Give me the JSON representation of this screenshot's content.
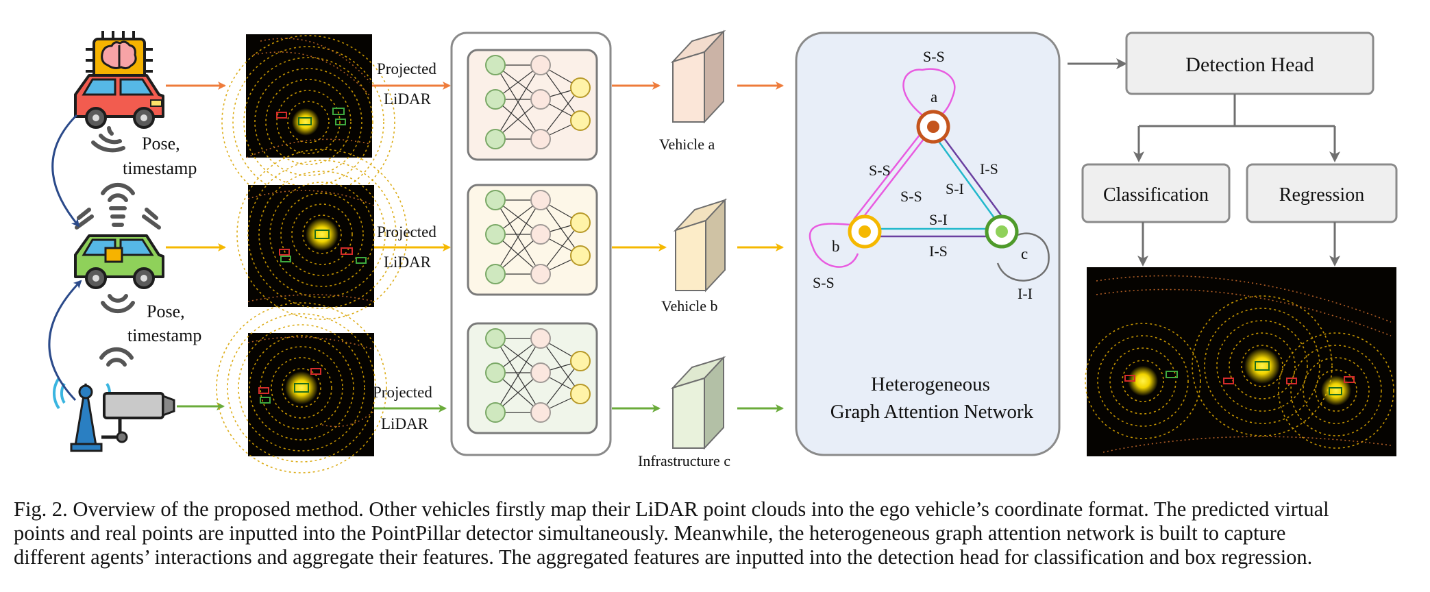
{
  "agents": {
    "pose_label_1": "Pose,",
    "timestamp_label_1": "timestamp",
    "pose_label_2": "Pose,",
    "timestamp_label_2": "timestamp"
  },
  "projection": {
    "label_a_1": "Projected",
    "label_a_2": "LiDAR",
    "label_b_1": "Projected",
    "label_b_2": "LiDAR",
    "label_c_1": "Projected",
    "label_c_2": "LiDAR"
  },
  "features": {
    "vehicle_a": "Vehicle a",
    "vehicle_b": "Vehicle b",
    "infrastructure_c": "Infrastructure c"
  },
  "graph": {
    "title_line1": "Heterogeneous",
    "title_line2": "Graph Attention Network",
    "node_a": "a",
    "node_b": "b",
    "node_c": "c",
    "loop_a": "S-S",
    "loop_b": "S-S",
    "loop_c": "I-I",
    "edge_ab_outer": "S-S",
    "edge_ab_inner": "S-S",
    "edge_ac_outer": "I-S",
    "edge_ac_inner": "S-I",
    "edge_bc_top": "S-I",
    "edge_bc_bottom": "I-S"
  },
  "head": {
    "detection": "Detection Head",
    "classification": "Classification",
    "regression": "Regression"
  },
  "caption": {
    "line1": "Fig. 2.  Overview of the proposed method. Other vehicles firstly map their LiDAR point clouds into the ego vehicle’s coordinate format. The predicted virtual",
    "line2": "points and real points are inputted into the PointPillar detector simultaneously. Meanwhile, the heterogeneous graph attention network is built to capture",
    "line3": "different agents’ interactions and aggregate their features. The aggregated features are inputted into the detection head for classification and box regression."
  },
  "colors": {
    "orange": "#ee7b3a",
    "yellow": "#f5b800",
    "green": "#6aab3a",
    "navy": "#2b4a8a",
    "graph_bg": "#e8eef8",
    "loop_pink": "#e85be0",
    "edge_cyan": "#22b8cc",
    "edge_purple": "#6a3fa0"
  }
}
